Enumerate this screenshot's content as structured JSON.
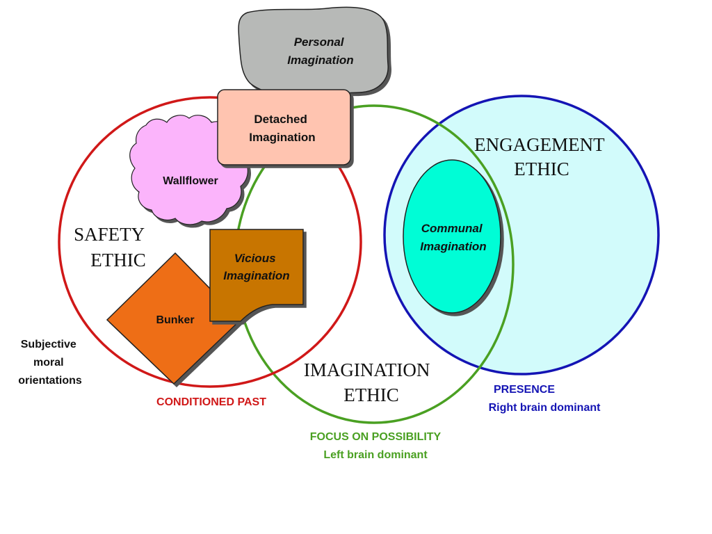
{
  "colors": {
    "safety": "#d01818",
    "imagination": "#4aa022",
    "engagement": "#1414b4",
    "engagement_fill": "#d2fbfb",
    "communal_fill": "#00fdd6",
    "personal_fill": "#b7b9b7",
    "detached_fill": "#ffc4b0",
    "wallflower_fill": "#fbb4fb",
    "vicious_fill": "#c87406",
    "bunker_fill": "#ee6e18"
  },
  "labels": {
    "personal": [
      "Personal",
      "Imagination"
    ],
    "detached": [
      "Detached",
      "Imagination"
    ],
    "wallflower": "Wallflower",
    "safety": [
      "SAFETY",
      "ETHIC"
    ],
    "vicious": [
      "Vicious",
      "Imagination"
    ],
    "bunker": "Bunker",
    "engagement": [
      "ENGAGEMENT",
      "ETHIC"
    ],
    "communal": [
      "Communal",
      "Imagination"
    ],
    "imagination": [
      "IMAGINATION",
      "ETHIC"
    ],
    "subjective": [
      "Subjective",
      "moral",
      "orientations"
    ],
    "conditioned_past": "CONDITIONED PAST",
    "presence": "PRESENCE",
    "right_brain": "Right brain dominant",
    "focus": "FOCUS ON POSSIBILITY",
    "left_brain": "Left brain dominant"
  }
}
